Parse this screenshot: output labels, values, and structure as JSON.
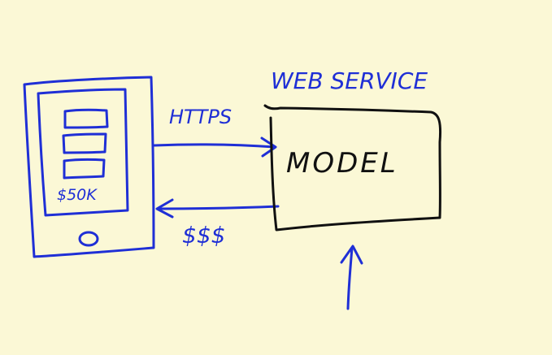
{
  "diagram": {
    "service_label": "WEB SERVICE",
    "model_label": "MODEL",
    "request_label": "HTTPS",
    "response_label": "$$$",
    "phone_value_label": "$50K",
    "colors": {
      "background": "#fbf8d6",
      "blue_ink": "#1f2fd6",
      "black_ink": "#111111"
    }
  }
}
